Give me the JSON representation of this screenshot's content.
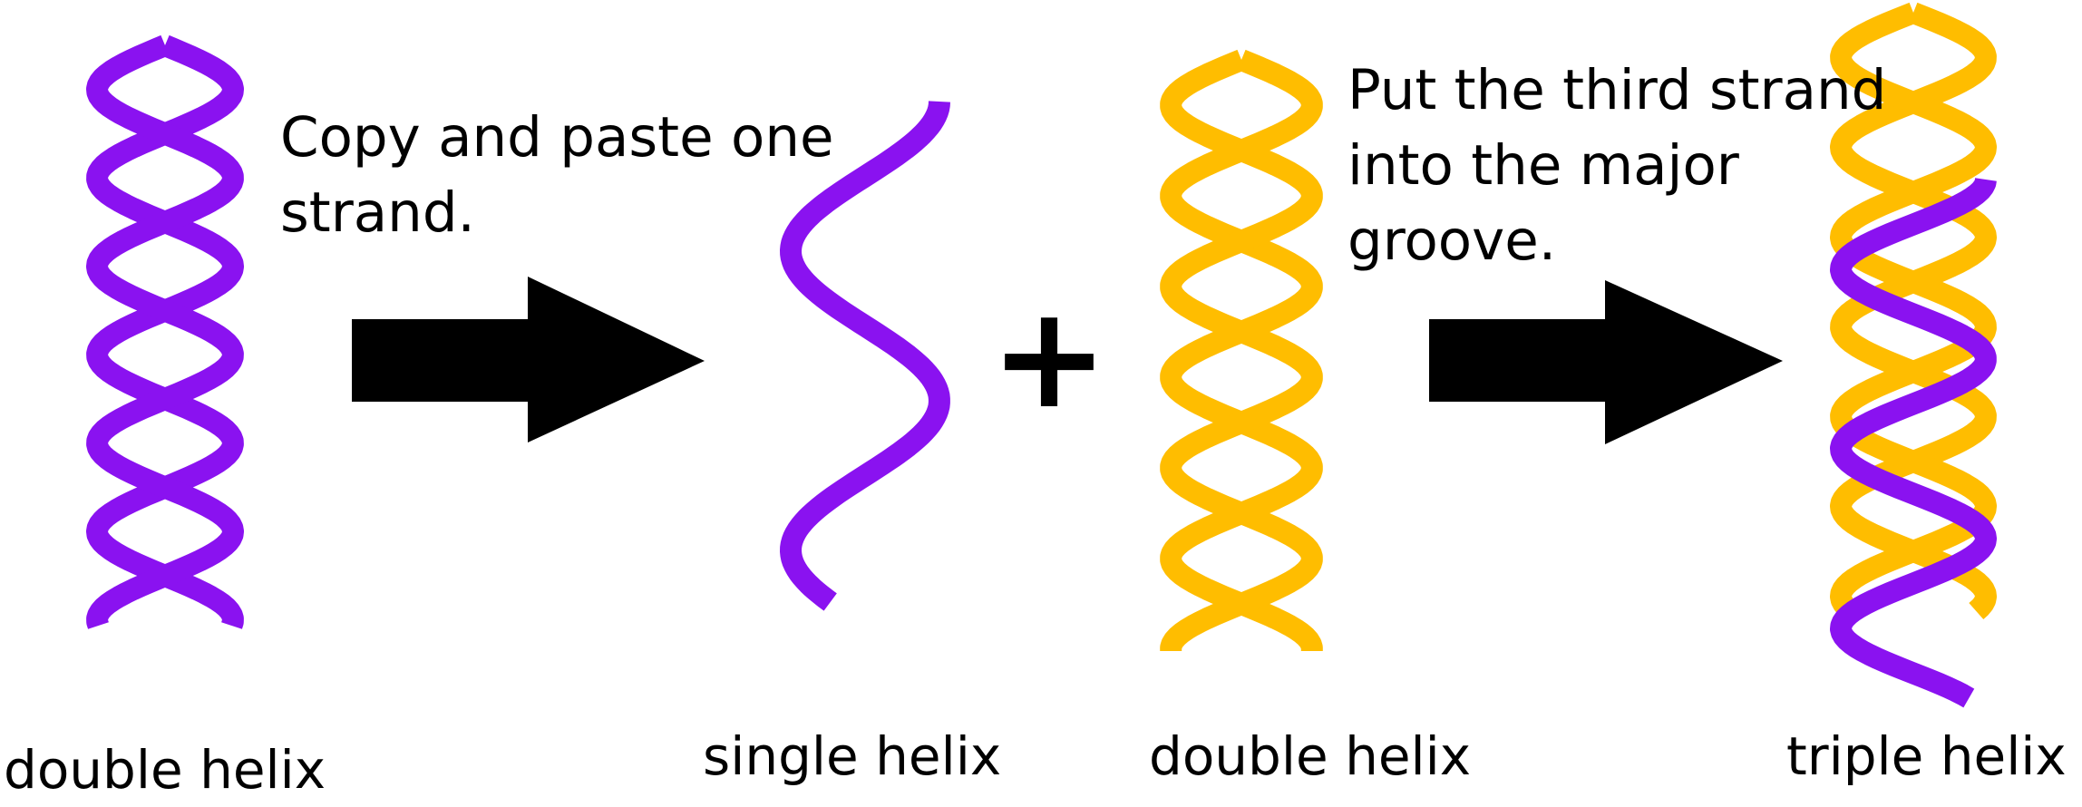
{
  "colors": {
    "purple": "#8a12f0",
    "gold": "#ffbd00",
    "black": "#000000"
  },
  "labels": {
    "panel_1": "double helix",
    "panel_2": "single helix",
    "panel_3": "double helix",
    "panel_4": "triple helix"
  },
  "notes": {
    "step_1": [
      "Copy and paste one",
      "strand."
    ],
    "step_2": [
      "Put the third strand",
      "into the major",
      "groove."
    ]
  },
  "plus_sign": "+"
}
